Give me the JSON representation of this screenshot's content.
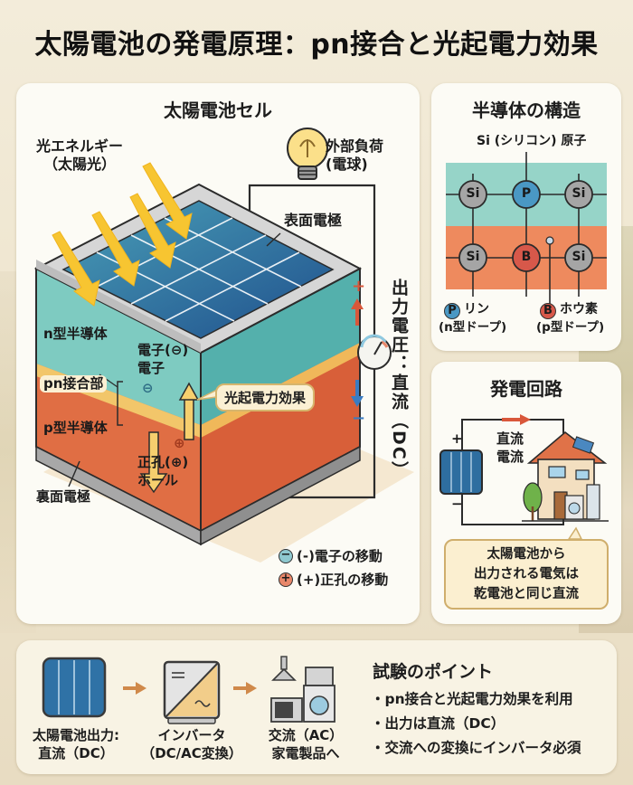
{
  "title": "太陽電池の発電原理：pn接合と光起電力効果",
  "cell_panel": {
    "title": "太陽電池セル",
    "light_label_1": "光エネルギー",
    "light_label_2": "（太陽光）",
    "load_label_1": "外部負荷",
    "load_label_2": "(電球)",
    "front_electrode": "表面電極",
    "n_type": "n型半導体",
    "pn_junction": "pn接合部",
    "p_type": "p型半導体",
    "back_electrode": "裏面電極",
    "electron_label_1": "電子(⊖)",
    "electron_label_2": "電子",
    "electron_symbol": "⊖",
    "hole_symbol": "⊕",
    "hole_label_1": "正孔(⊕)",
    "hole_label_2": "ホール",
    "pv_effect": "光起電力効果",
    "output_voltage": "出力電圧：直流（DC）",
    "plus_sign": "+",
    "minus_sign": "−",
    "legend": [
      {
        "symbol": "−",
        "label": "(-)電子の移動",
        "color": "#8fc9d0"
      },
      {
        "symbol": "+",
        "label": "(+)正孔の移動",
        "color": "#e8876a"
      }
    ]
  },
  "structure_panel": {
    "title": "半導体の構造",
    "atom_label": "Si (シリコン) 原子",
    "atoms_top": [
      "Si",
      "P",
      "Si"
    ],
    "atoms_bottom": [
      "Si",
      "B",
      "Si"
    ],
    "phosphorus": {
      "symbol": "P",
      "label_1": "リン",
      "label_2": "(n型ドープ)"
    },
    "boron": {
      "symbol": "B",
      "label_1": "ホウ素",
      "label_2": "(p型ドープ)"
    }
  },
  "circuit_panel": {
    "title": "発電回路",
    "plus": "+",
    "minus": "−",
    "current_label_1": "直流",
    "current_label_2": "電流",
    "note_1": "太陽電池から",
    "note_2": "出力される電気は",
    "note_3": "乾電池と同じ直流"
  },
  "bottom_panel": {
    "flow": [
      {
        "line1": "太陽電池出力:",
        "line2": "直流（DC）"
      },
      {
        "line1": "インバータ",
        "line2": "（DC/AC変換）"
      },
      {
        "line1": "交流（AC）",
        "line2": "家電製品へ"
      }
    ],
    "points_title": "試験のポイント",
    "points": [
      "pn接合と光起電力効果を利用",
      "出力は直流（DC）",
      "交流への変換にインバータ必須"
    ]
  },
  "colors": {
    "n_layer": "#5fbcb3",
    "p_layer": "#e2673f",
    "junction": "#f2c66a",
    "panel_bg": "#fcfbf5",
    "page_bg": "#f1e9d5",
    "positive_arrow": "#d9573a",
    "negative_arrow": "#3a7cc2",
    "sunlight": "#f7c531"
  }
}
